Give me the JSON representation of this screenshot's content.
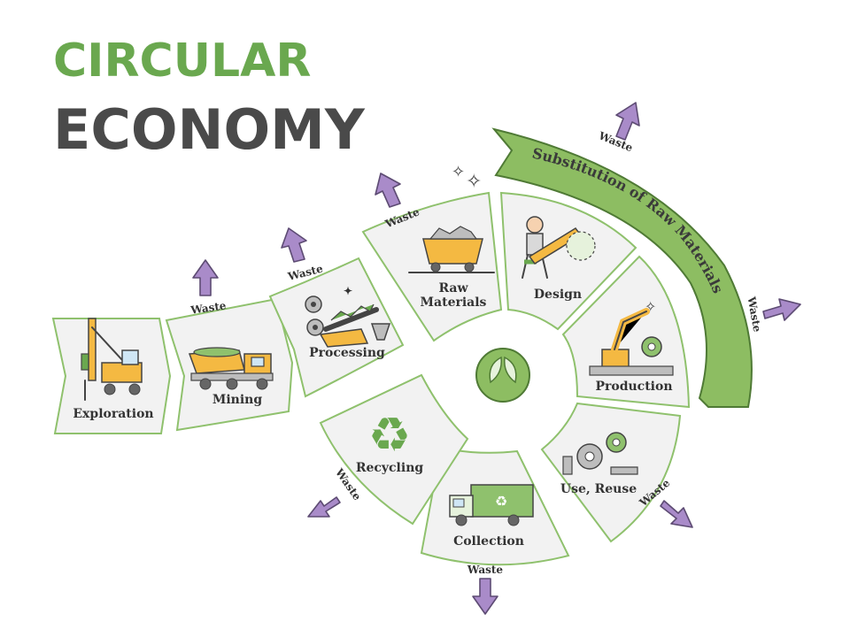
{
  "title": {
    "line1": "CIRCULAR",
    "line2": "ECONOMY"
  },
  "band": {
    "label": "Substitution of Raw Materials"
  },
  "stages": {
    "exploration": "Exploration",
    "mining": "Mining",
    "processing": "Processing",
    "raw_materials_1": "Raw",
    "raw_materials_2": "Materials",
    "design": "Design",
    "production": "Production",
    "use_reuse": "Use, Reuse",
    "collection": "Collection",
    "recycling": "Recycling"
  },
  "waste": {
    "mining": "Waste",
    "processing": "Waste",
    "raw_materials": "Waste",
    "band_top": "Waste",
    "band_right": "Waste",
    "use_reuse": "Waste",
    "collection": "Waste",
    "recycling": "Waste"
  },
  "colors": {
    "accent_green": "#6aa84f",
    "light_green": "#8fc16d",
    "title_gray": "#4a4a4a",
    "tile_gray": "#f2f2f2",
    "arrow_purple": "#a98bc9"
  }
}
